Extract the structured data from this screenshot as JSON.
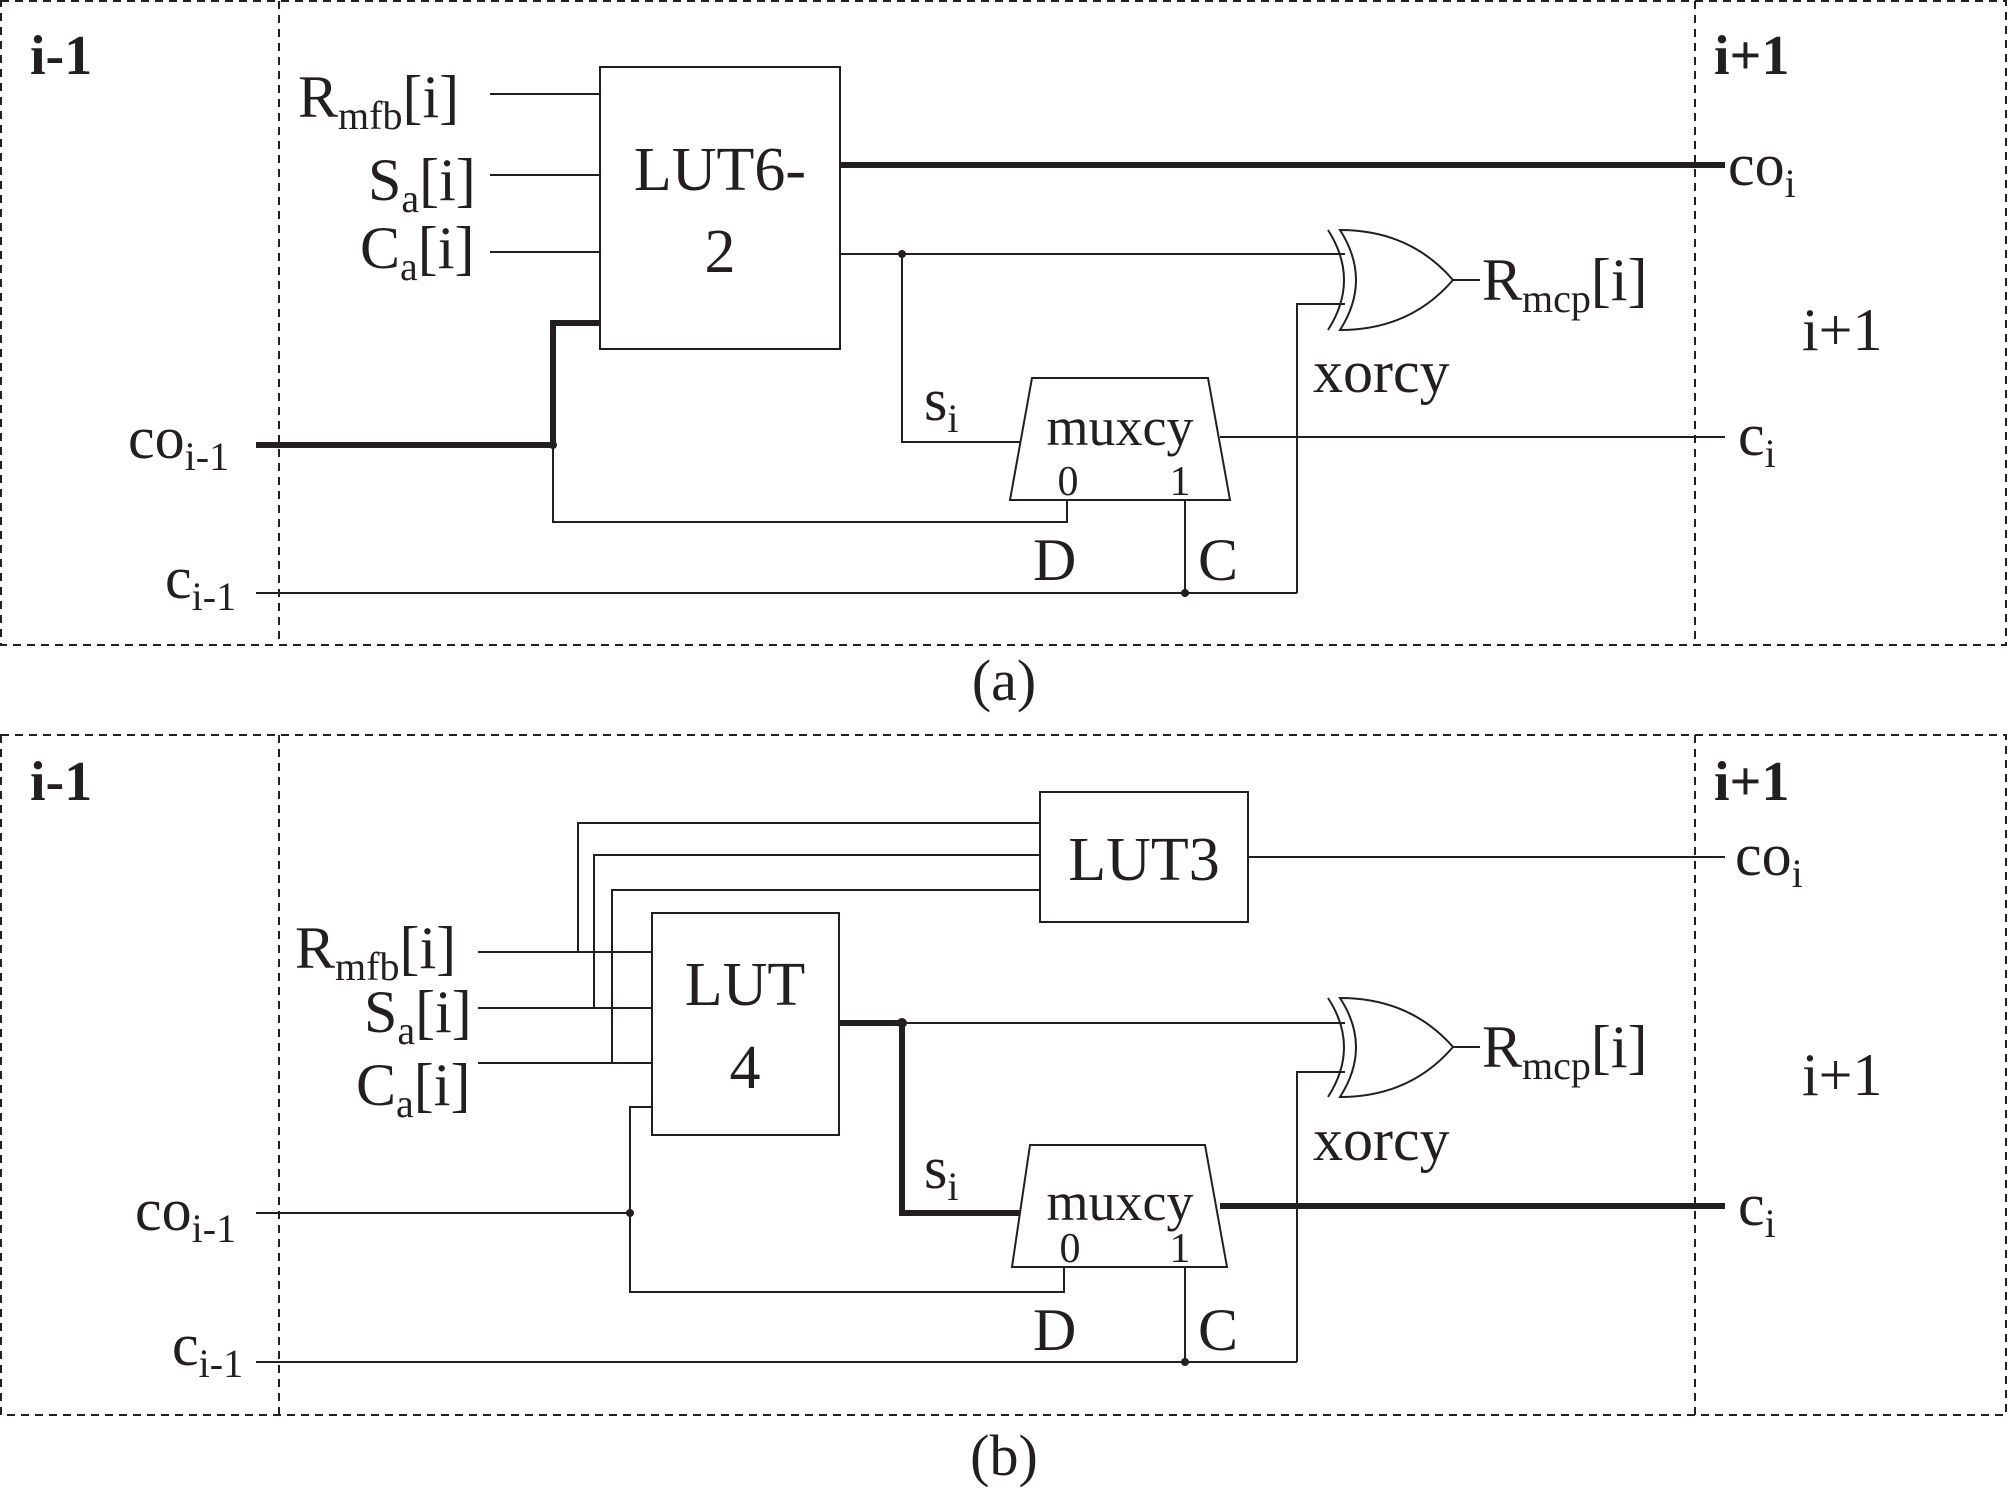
{
  "panels": [
    {
      "id": "a",
      "caption": "(a)",
      "left_stage": "i-1",
      "right_stage_top": "i+1",
      "right_stage_mid": "i+1",
      "lut_main": [
        "LUT6-",
        "2"
      ],
      "lut_carry": [],
      "mux_label": "muxcy",
      "mux_in0": "0",
      "mux_in1": "1",
      "xor_label": "xorcy",
      "D_label": "D",
      "C_label": "C",
      "inputs": {
        "rmfb": {
          "base": "R",
          "sub": "mfb",
          "suffix": "[i]"
        },
        "sa": {
          "base": "S",
          "sub": "a",
          "suffix": "[i]"
        },
        "ca": {
          "base": "C",
          "sub": "a",
          "suffix": "[i]"
        }
      },
      "co_prev": {
        "base": "co",
        "sub": "i-1"
      },
      "c_prev": {
        "base": "c",
        "sub": "i-1"
      },
      "s_i": {
        "base": "s",
        "sub": "i"
      },
      "co_out": {
        "base": "co",
        "sub": "i"
      },
      "c_out": {
        "base": "c",
        "sub": "i"
      },
      "r_out": {
        "base": "R",
        "sub": "mcp",
        "suffix": "[i]"
      }
    },
    {
      "id": "b",
      "caption": "(b)",
      "left_stage": "i-1",
      "right_stage_top": "i+1",
      "right_stage_mid": "i+1",
      "lut_main": [
        "LUT",
        "4"
      ],
      "lut_carry": [
        "LUT3"
      ],
      "mux_label": "muxcy",
      "mux_in0": "0",
      "mux_in1": "1",
      "xor_label": "xorcy",
      "D_label": "D",
      "C_label": "C",
      "inputs": {
        "rmfb": {
          "base": "R",
          "sub": "mfb",
          "suffix": "[i]"
        },
        "sa": {
          "base": "S",
          "sub": "a",
          "suffix": "[i]"
        },
        "ca": {
          "base": "C",
          "sub": "a",
          "suffix": "[i]"
        }
      },
      "co_prev": {
        "base": "co",
        "sub": "i-1"
      },
      "c_prev": {
        "base": "c",
        "sub": "i-1"
      },
      "s_i": {
        "base": "s",
        "sub": "i"
      },
      "co_out": {
        "base": "co",
        "sub": "i"
      },
      "c_out": {
        "base": "c",
        "sub": "i"
      },
      "r_out": {
        "base": "R",
        "sub": "mcp",
        "suffix": "[i]"
      }
    }
  ]
}
